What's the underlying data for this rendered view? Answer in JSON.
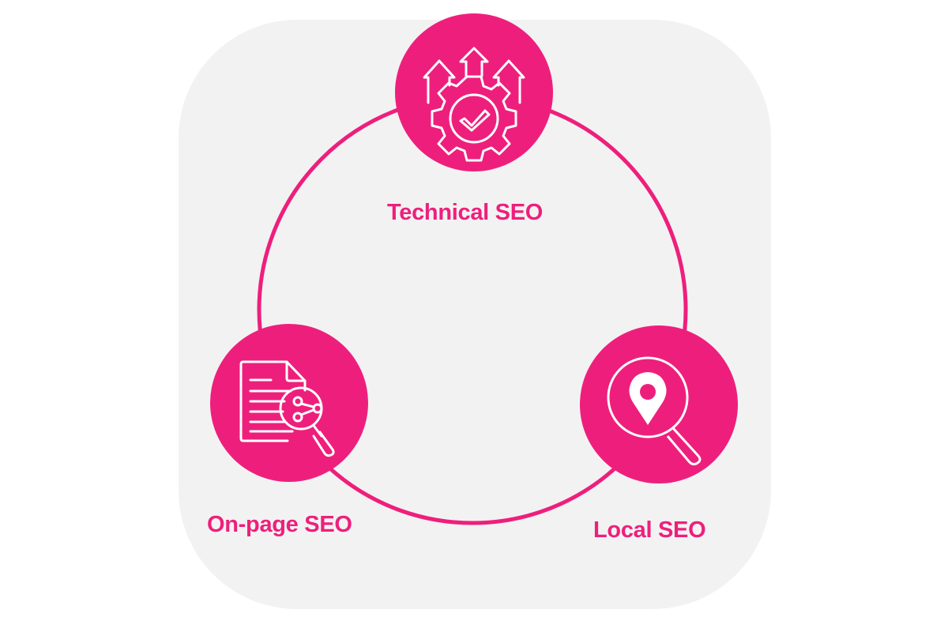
{
  "diagram": {
    "accent_color": "#ee1f7c",
    "background_color": "#f2f2f2",
    "nodes": [
      {
        "id": "technical",
        "label": "Technical SEO",
        "icon": "gear-check-arrows-icon"
      },
      {
        "id": "onpage",
        "label": "On-page SEO",
        "icon": "document-magnifier-share-icon"
      },
      {
        "id": "local",
        "label": "Local SEO",
        "icon": "magnifier-location-pin-icon"
      }
    ],
    "connector": "circular-ring"
  }
}
